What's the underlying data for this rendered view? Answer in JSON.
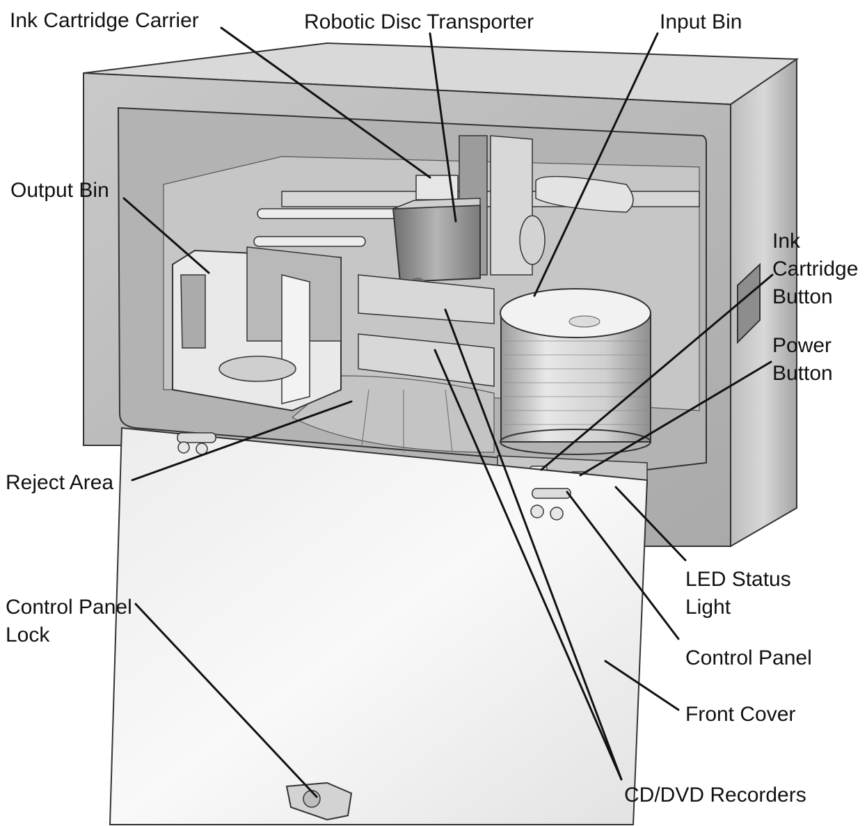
{
  "labels": {
    "ink_cartridge_carrier": "Ink Cartridge Carrier",
    "robotic_disc_transporter": "Robotic Disc Transporter",
    "input_bin": "Input Bin",
    "output_bin": "Output Bin",
    "ink_cartridge_button": [
      "Ink",
      "Cartridge",
      "Button"
    ],
    "power_button": [
      "Power",
      "Button"
    ],
    "reject_area": "Reject Area",
    "led_status_light": [
      "LED Status",
      "Light"
    ],
    "control_panel_lock": [
      "Control Panel",
      "Lock"
    ],
    "control_panel": "Control Panel",
    "front_cover": "Front Cover",
    "cd_dvd_recorders": "CD/DVD Recorders"
  }
}
